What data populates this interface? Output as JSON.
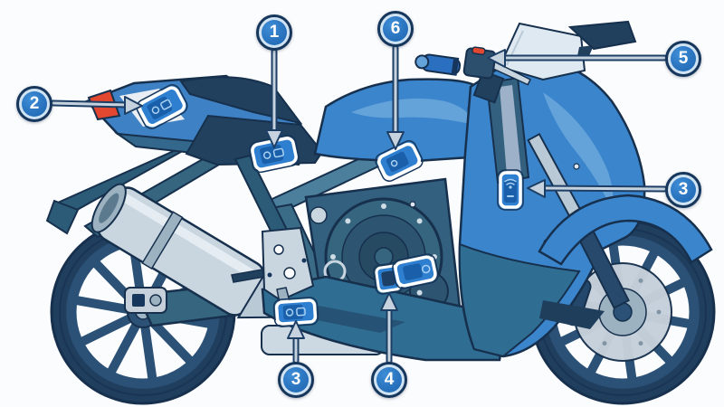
{
  "diagram": {
    "type": "annotated-illustration",
    "subject": "sport-motorcycle-side-view-parts-diagram",
    "background": "#fbfcfd",
    "callouts": [
      {
        "id": "callout-1",
        "label": "1",
        "position": "top",
        "points_to": "label plate on seat cowl front"
      },
      {
        "id": "callout-2",
        "label": "2",
        "position": "left",
        "points_to": "label plate on tail section"
      },
      {
        "id": "callout-6",
        "label": "6",
        "position": "top",
        "points_to": "label plate on frame spar"
      },
      {
        "id": "callout-5",
        "label": "5",
        "position": "right",
        "points_to": "right handlebar switch"
      },
      {
        "id": "callout-3-right",
        "label": "3",
        "position": "right",
        "points_to": "label plate on side fairing"
      },
      {
        "id": "callout-3-bottom",
        "label": "3",
        "position": "bottom",
        "points_to": "label plate on lower cowl"
      },
      {
        "id": "callout-4",
        "label": "4",
        "position": "bottom",
        "points_to": "label plates near engine bottom"
      }
    ],
    "colors": {
      "badge_fill": "#2a74c0",
      "badge_ring": "#cfe3f2",
      "badge_outline": "#16365c",
      "callout_line_outer": "#1d3f66",
      "callout_line_inner": "#c6d3df",
      "body_blue": "#3b85cd",
      "body_blue_light": "#64a2da",
      "body_teal": "#2f6e92",
      "engine_teal": "#35657f",
      "dark_navy": "#20405e",
      "tire_navy": "#203e5e",
      "exhaust_gray": "#c9d6e0",
      "taillight_red": "#e2482f",
      "plate_fill": "#2f7fd0",
      "plate_inner": "#1a5fa9",
      "plate_border": "#ffffff"
    }
  }
}
